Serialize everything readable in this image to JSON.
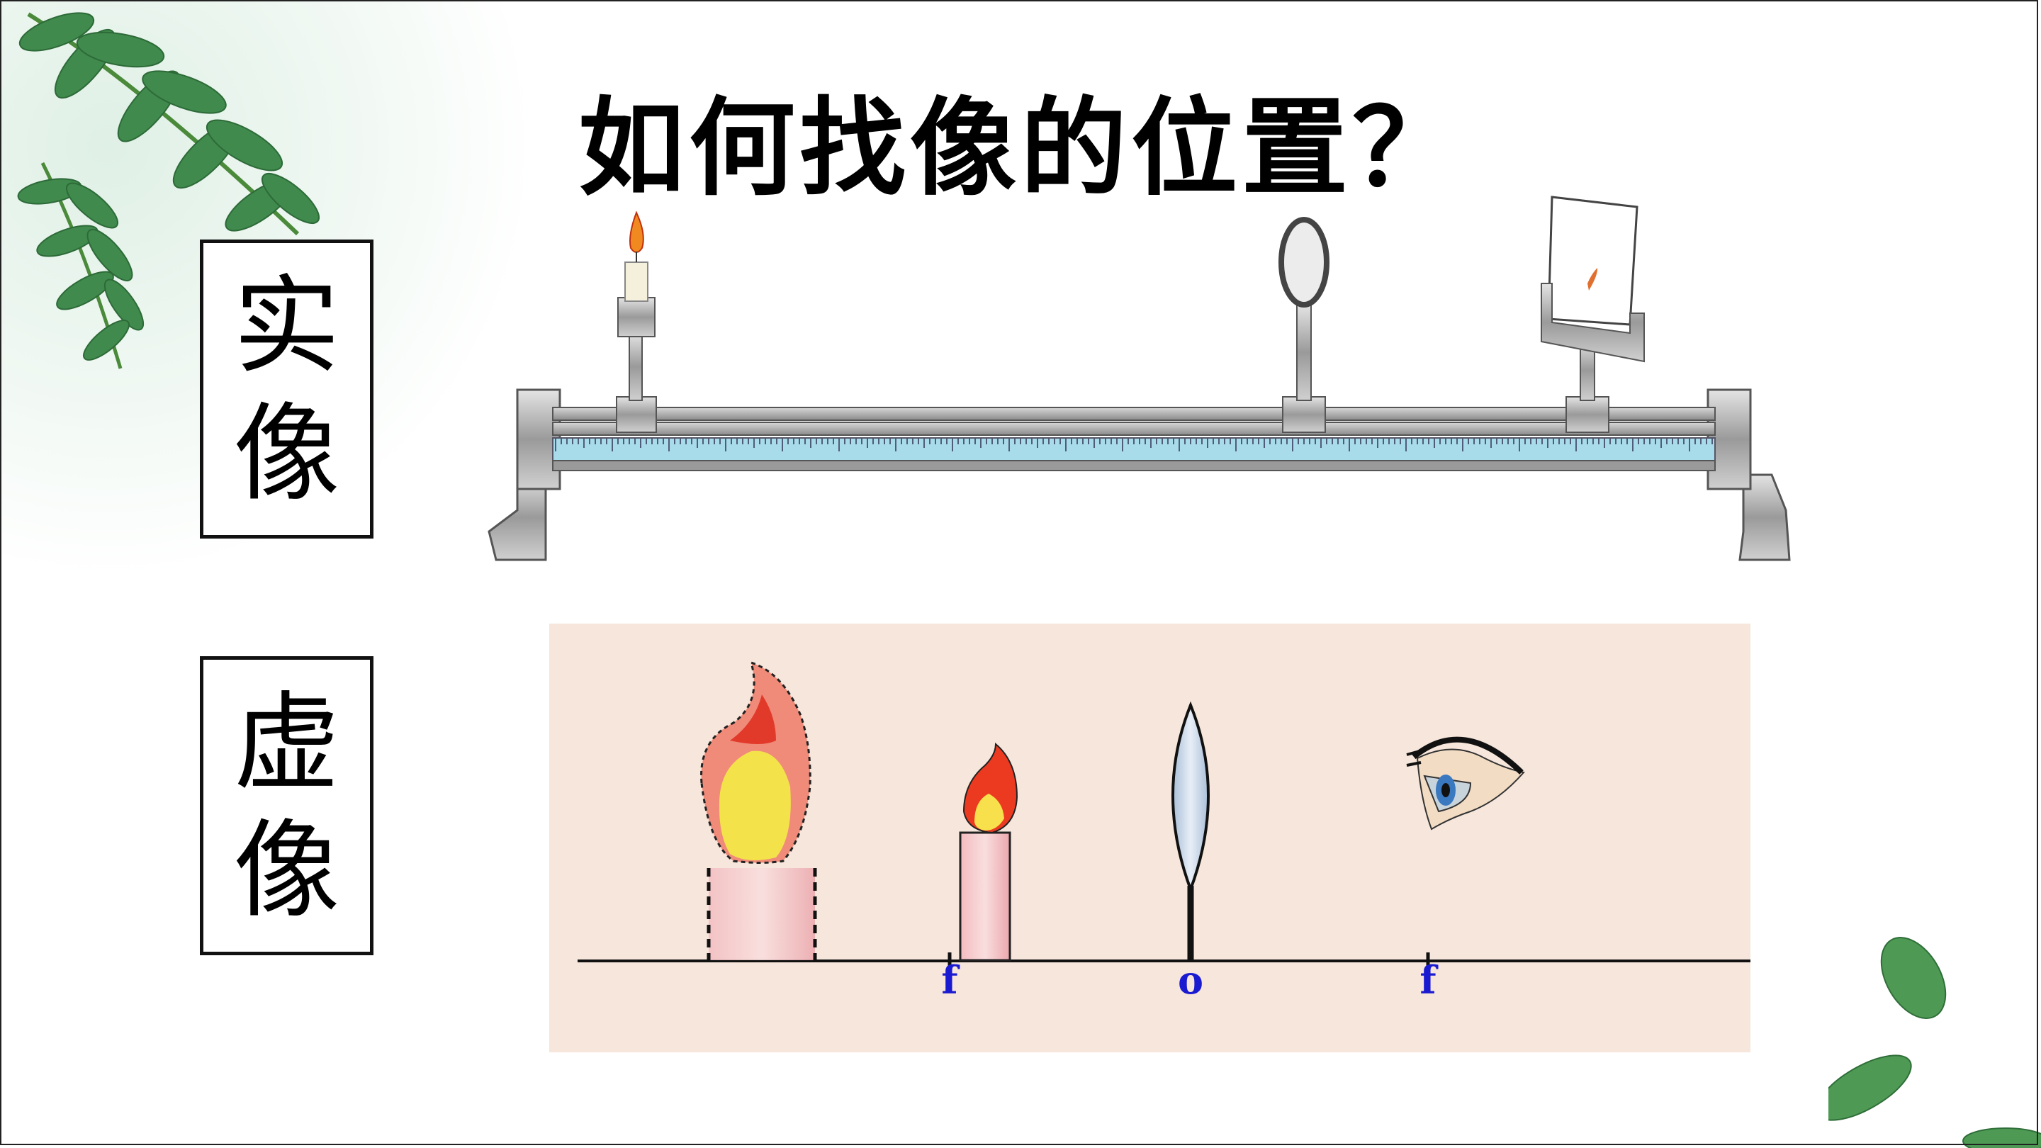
{
  "slide": {
    "title": "如何找像的位置？",
    "real_image_label": [
      "实",
      "像"
    ],
    "virtual_image_label": [
      "虚",
      "像"
    ],
    "axis_labels": {
      "focal_left": "f",
      "optical_center": "o",
      "focal_right": "f"
    }
  },
  "colors": {
    "ruler": "#a9dcea",
    "panel_bg": "#f6e6db",
    "flame_red": "#e8321a",
    "flame_yellow": "#f5dc3c",
    "candle_pink": "#f2b0b4",
    "axis_label_blue": "#1a1ad0",
    "lens_blue": "#c9d9ec"
  },
  "icons": [
    "leaf-icon",
    "candle-icon",
    "lens-icon",
    "screen-icon",
    "eye-icon"
  ]
}
